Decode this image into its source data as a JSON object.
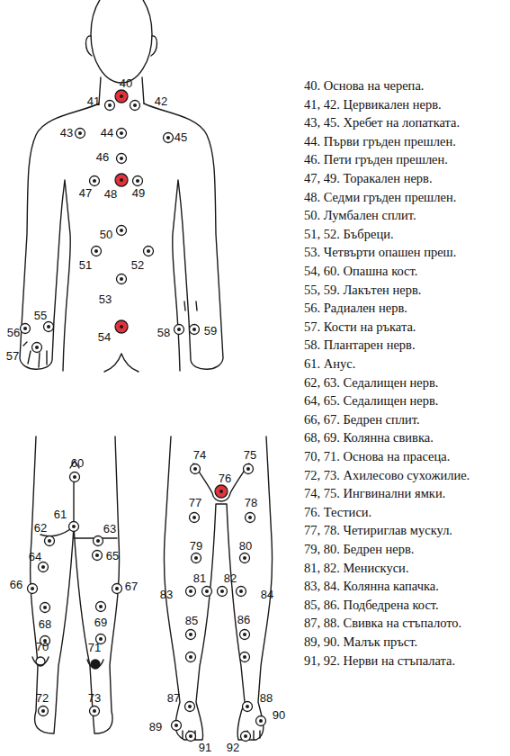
{
  "diagram": {
    "labels": [
      "40",
      "41",
      "42",
      "43",
      "44",
      "45",
      "46",
      "47",
      "48",
      "49",
      "50",
      "51",
      "52",
      "53",
      "54",
      "55",
      "56",
      "57",
      "58",
      "59",
      "60",
      "61",
      "62",
      "63",
      "64",
      "65",
      "66",
      "67",
      "68",
      "69",
      "70",
      "71",
      "72",
      "73",
      "74",
      "75",
      "76",
      "77",
      "78",
      "79",
      "80",
      "81",
      "82",
      "83",
      "84",
      "85",
      "86",
      "87",
      "88",
      "89",
      "90",
      "91",
      "92",
      "40. Основа на черепа.",
      "41, 42. Цервикален нерв.",
      "43, 45. Хребет на лопатката.",
      "44. Първи гръден прешлен.",
      "46. Пети гръден прешлен.",
      "47, 49. Торакален нерв.",
      "48. Седми гръден прешлен.",
      "50. Лумбален сплит.",
      "51, 52. Бъбреци.",
      "53. Четвърти опашен преш.",
      "54, 60. Опашна кост.",
      "55, 59. Лакътен нерв.",
      "56. Радиален нерв.",
      "57. Кости на ръката.",
      "58. Плантарен нерв.",
      "61. Анус.",
      "62, 63. Седалищен нерв.",
      "64, 65. Седалищен нерв.",
      "66, 67. Бедрен сплит.",
      "68, 69. Колянна свивка.",
      "70, 71. Основа на прасеца.",
      "72, 73. Ахилесово сухожилие.",
      "74, 75. Ингвинални ямки.",
      "76. Тестиси.",
      "77, 78. Четириглав мускул.",
      "79, 80. Бедрен нерв.",
      "81, 82. Менискуси.",
      "83, 84. Колянна капачка.",
      "85, 86. Подбедрена кост.",
      "87, 88. Свивка на стъпалото.",
      "89, 90. Малък пръст.",
      "91, 92. Нерви на стъпалата."
    ]
  }
}
